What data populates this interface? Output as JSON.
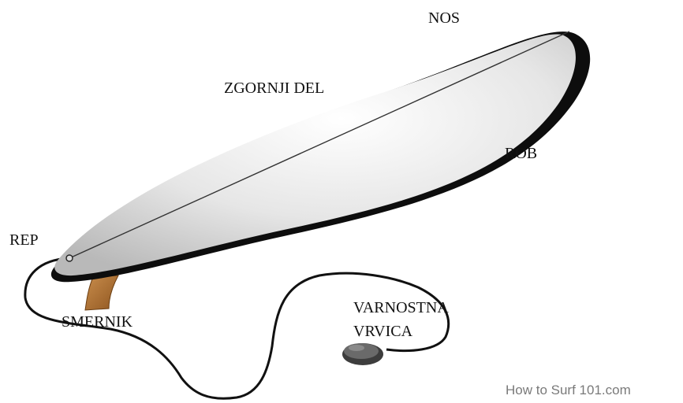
{
  "labels": {
    "nose": "NOS",
    "deck": "ZGORNJI DEL",
    "rail": "ROB",
    "tail": "REP",
    "fin": "SMERNIK",
    "leash_line1": "VARNOSTNA",
    "leash_line2": "VRVICA"
  },
  "credit": "How to Surf 101.com",
  "colors": {
    "board_fill": "#e2e2e2",
    "board_outline": "#0d0d0d",
    "fin": "#b87333",
    "leash": "#111111",
    "leash_cuff": "#555555"
  }
}
